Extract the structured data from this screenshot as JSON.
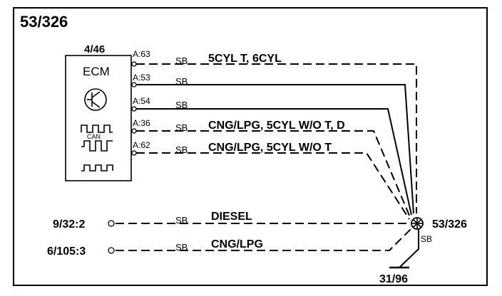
{
  "diagram": {
    "page_id": "53/326",
    "ecm": {
      "ref": "4/46",
      "label": "ECM",
      "can_label": "CAN"
    },
    "wires": [
      {
        "pin": "A:63",
        "color": "SB",
        "condition": "5CYL T, 6CYL",
        "dashed": true
      },
      {
        "pin": "A:53",
        "color": "SB",
        "condition": "",
        "dashed": false
      },
      {
        "pin": "A:54",
        "color": "SB",
        "condition": "",
        "dashed": false
      },
      {
        "pin": "A:36",
        "color": "SB",
        "condition": "CNG/LPG, 5CYL W/O T, D",
        "dashed": true
      },
      {
        "pin": "A:62",
        "color": "SB",
        "condition": "CNG/LPG, 5CYL W/O T",
        "dashed": true
      }
    ],
    "lower_wires": [
      {
        "from": "9/32:2",
        "color": "SB",
        "condition": "DIESEL",
        "dashed": true
      },
      {
        "from": "6/105:3",
        "color": "SB",
        "condition": "CNG/LPG",
        "dashed": true
      }
    ],
    "splice": {
      "ref": "53/326",
      "out_color": "SB"
    },
    "ground": {
      "ref": "31/96"
    }
  }
}
